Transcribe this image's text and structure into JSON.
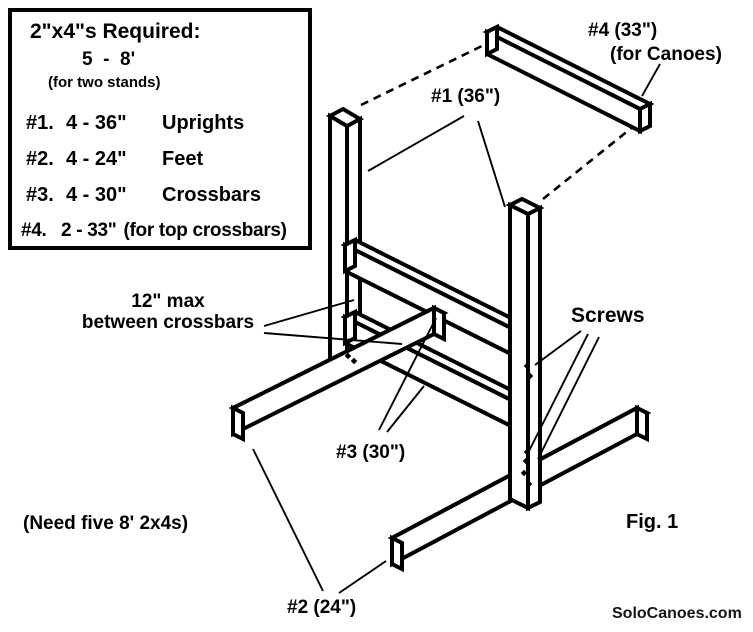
{
  "materials_box": {
    "title": "2\"x4\"s Required:",
    "subtitle": "5  -  8'",
    "note": "(for two stands)",
    "items": [
      {
        "id": "#1.",
        "qty_size": "4 - 36\"",
        "name": "Uprights"
      },
      {
        "id": "#2.",
        "qty_size": "4 - 24\"",
        "name": "Feet"
      },
      {
        "id": "#3.",
        "qty_size": "4 - 30\"",
        "name": "Crossbars"
      },
      {
        "id": "#4.",
        "qty_size": "2 - 33\"",
        "name": "(for top crossbars)"
      }
    ]
  },
  "labels": {
    "upright": "#1 (36\")",
    "top_crossbar": "#4 (33\")",
    "top_crossbar_note": "(for Canoes)",
    "spacing_line1": "12\" max",
    "spacing_line2": "between crossbars",
    "screws": "Screws",
    "crossbar": "#3 (30\")",
    "foot": "#2 (24\")",
    "lumber_note": "(Need five 8' 2x4s)",
    "fig_caption": "Fig. 1",
    "watermark": "SoloCanoes.com"
  }
}
